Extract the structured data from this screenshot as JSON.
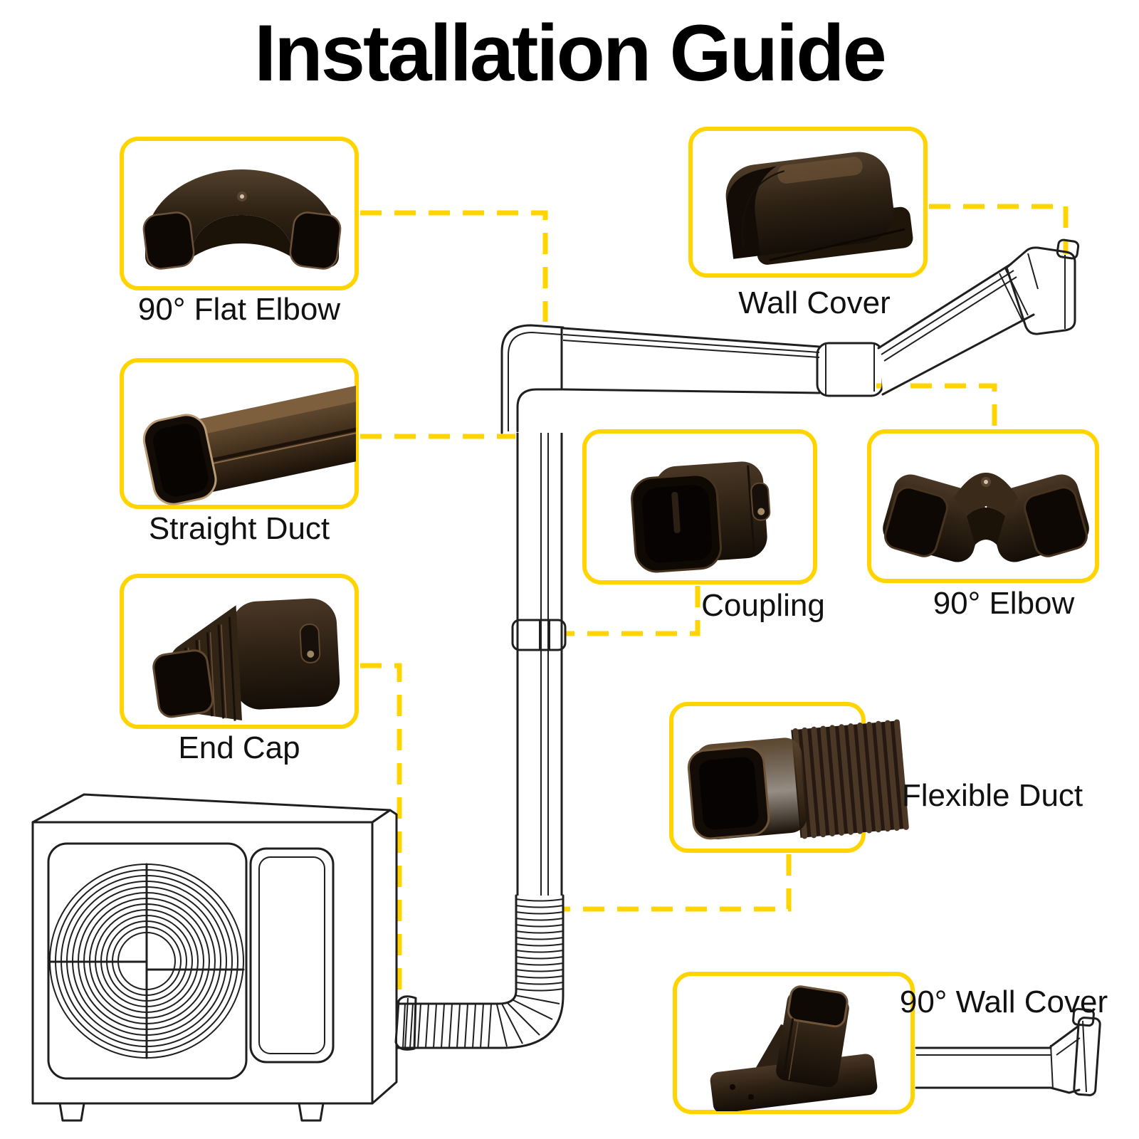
{
  "title": "Installation Guide",
  "colors": {
    "accent": "#FFD400",
    "outline": "#1f1f1f",
    "product_dark": "#17100a",
    "product_mid": "#3a2a1a",
    "product_light": "#6e5438"
  },
  "parts": {
    "flat_elbow": {
      "label": "90° Flat Elbow"
    },
    "straight_duct": {
      "label": "Straight Duct"
    },
    "end_cap": {
      "label": "End Cap"
    },
    "wall_cover": {
      "label": "Wall Cover"
    },
    "coupling": {
      "label": "Coupling"
    },
    "elbow_90": {
      "label": "90° Elbow"
    },
    "flexible_duct": {
      "label": "Flexible Duct"
    },
    "wall_cover_90": {
      "label": "90° Wall Cover"
    }
  }
}
